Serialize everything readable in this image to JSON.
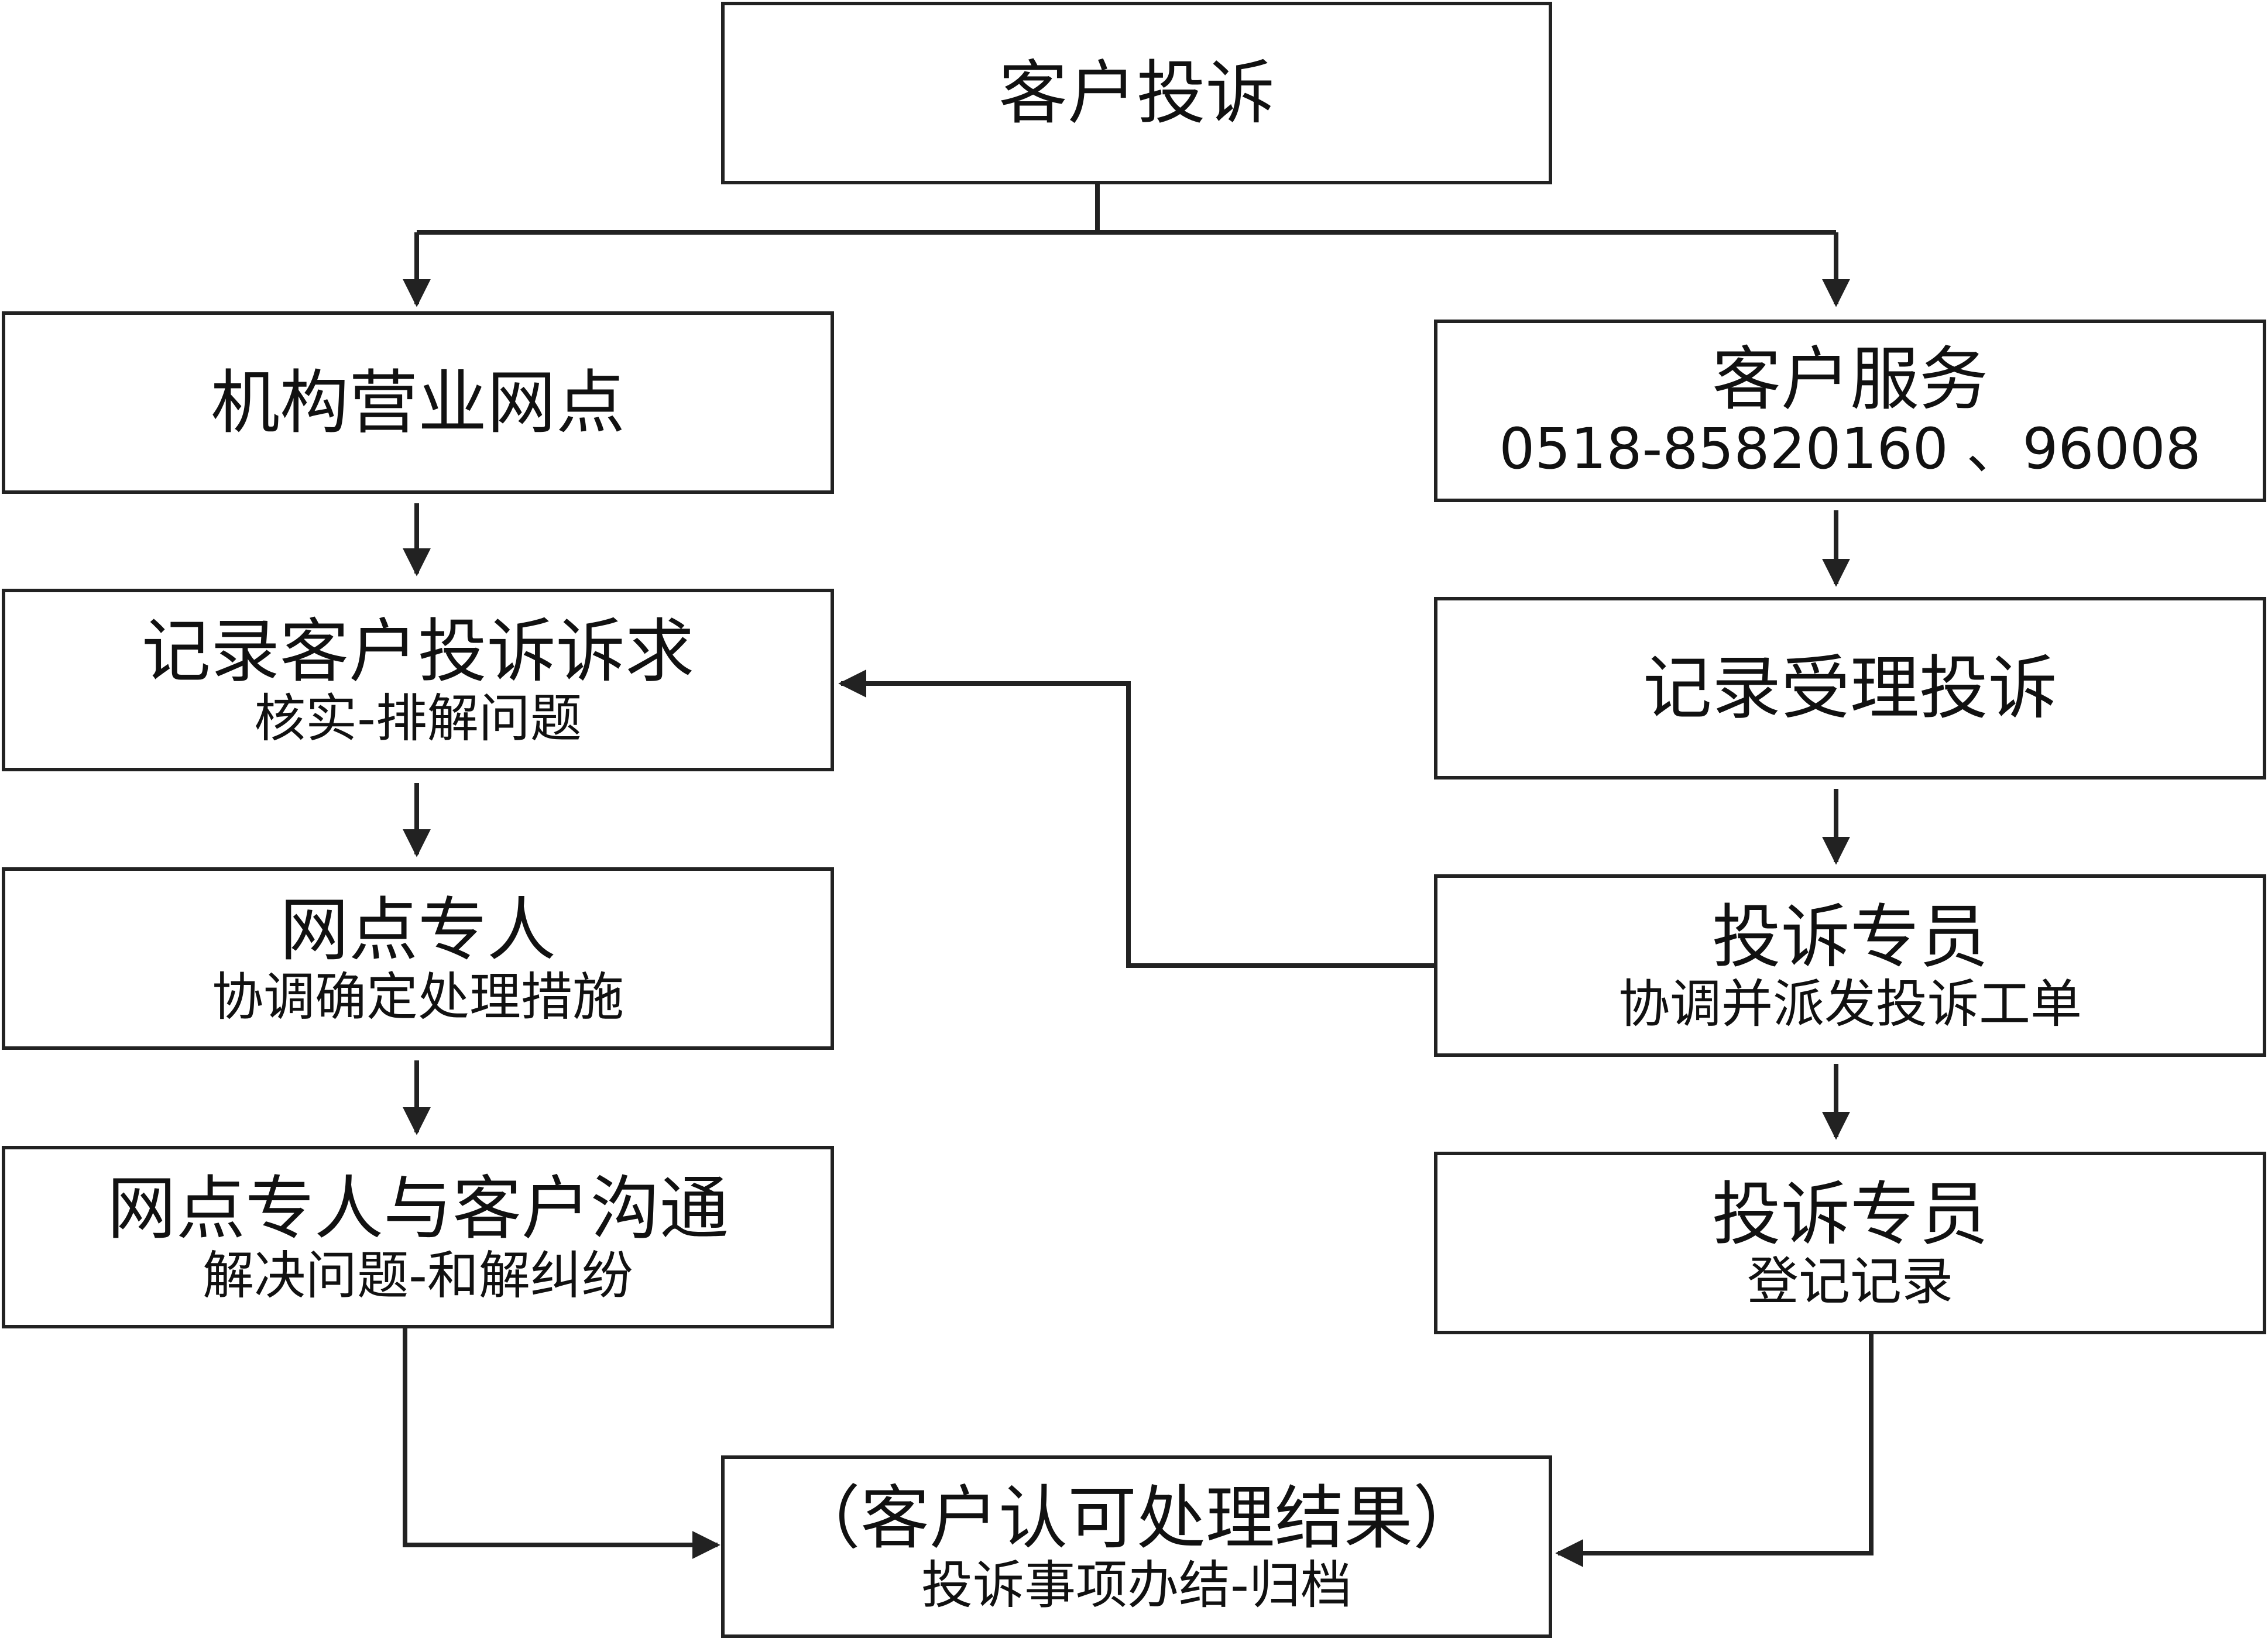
{
  "nodes": {
    "complaint": {
      "title": "客户投诉",
      "subtitle": ""
    },
    "branch": {
      "title": "机构营业网点",
      "subtitle": ""
    },
    "record_request": {
      "title": "记录客户投诉诉求",
      "subtitle": "核实-排解问题"
    },
    "branch_staff": {
      "title": "网点专人",
      "subtitle": "协调确定处理措施"
    },
    "communicate": {
      "title": "网点专人与客户沟通",
      "subtitle": "解决问题-和解纠纷"
    },
    "service": {
      "title": "客户服务",
      "subtitle": "0518-85820160 、96008"
    },
    "record_accept": {
      "title": "记录受理投诉",
      "subtitle": ""
    },
    "specialist_dispatch": {
      "title": "投诉专员",
      "subtitle": "协调并派发投诉工单"
    },
    "specialist_register": {
      "title": "投诉专员",
      "subtitle": "登记记录"
    },
    "result": {
      "title": "（客户认可处理结果）",
      "subtitle": "投诉事项办结-归档"
    }
  },
  "colors": {
    "line": "#222222",
    "background": "#ffffff"
  }
}
